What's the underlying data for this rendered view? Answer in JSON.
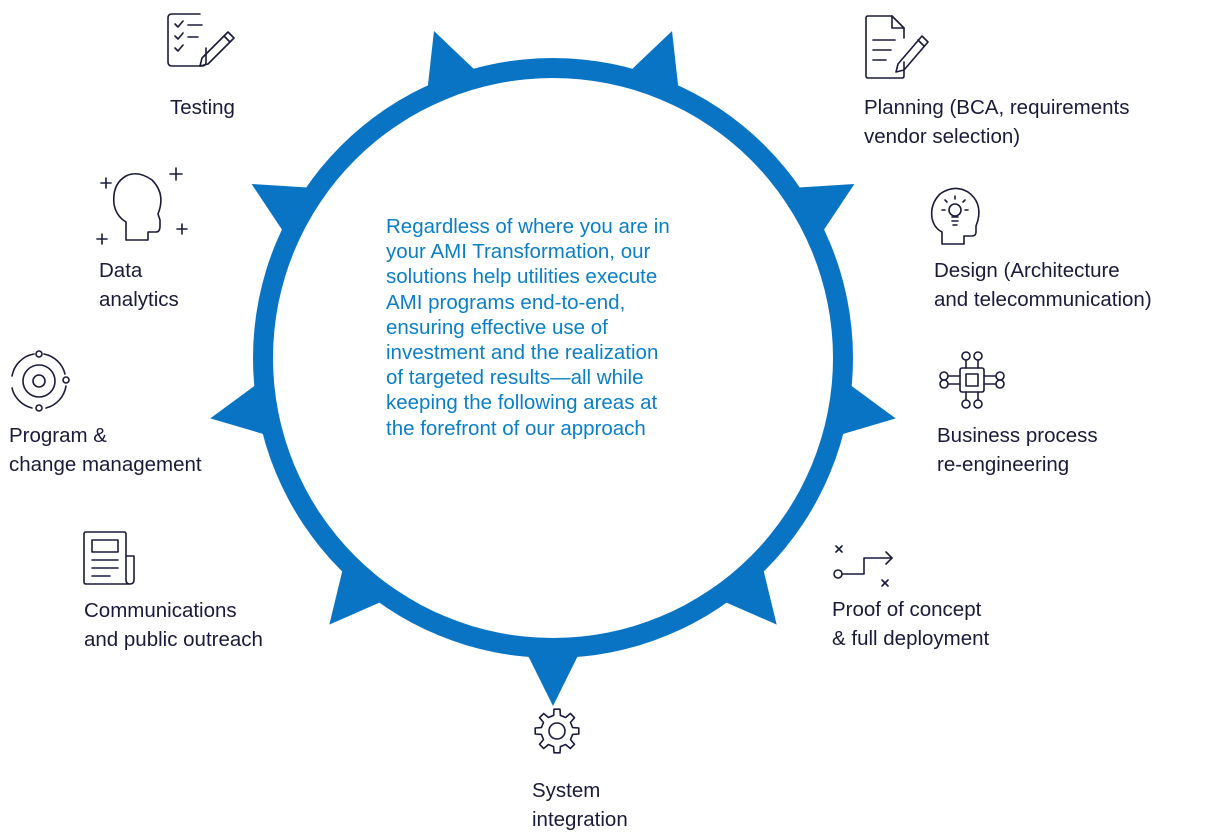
{
  "center_text": "Regardless of where you are in\nyour AMI Transformation, our\nsolutions help utilities execute\nAMI programs end-to-end,\nensuring effective use of\ninvestment and the realization\nof targeted results—all while\nkeeping the following areas at\nthe forefront of our approach",
  "colors": {
    "ring": "#0a74c4",
    "center_text": "#0a7fc8",
    "label": "#1a1a3a"
  },
  "nodes": [
    {
      "id": "testing",
      "icon": "checklist-pencil-icon",
      "label": "Testing"
    },
    {
      "id": "planning",
      "icon": "document-pencil-icon",
      "label": "Planning (BCA, requirements\nvendor selection)"
    },
    {
      "id": "data-analytics",
      "icon": "head-sparkles-icon",
      "label": "Data\nanalytics"
    },
    {
      "id": "design",
      "icon": "head-lightbulb-icon",
      "label": "Design (Architecture\nand telecommunication)"
    },
    {
      "id": "program-change",
      "icon": "orbit-icon",
      "label": "Program &\nchange management"
    },
    {
      "id": "business-process",
      "icon": "chip-network-icon",
      "label": "Business process\nre-engineering"
    },
    {
      "id": "communications",
      "icon": "newspaper-icon",
      "label": "Communications\nand public outreach"
    },
    {
      "id": "proof-of-concept",
      "icon": "route-icon",
      "label": "Proof of concept\n& full deployment"
    },
    {
      "id": "system-integration",
      "icon": "gears-icon",
      "label": "System\nintegration"
    }
  ]
}
